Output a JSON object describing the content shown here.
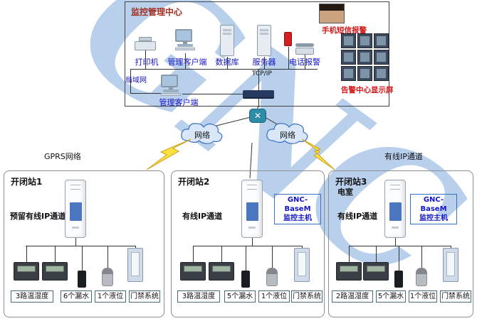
{
  "watermark": "GNC",
  "center": {
    "title": "监控管理中心",
    "printer_label": "打印机",
    "client1_label": "管理客户端",
    "database_label": "数据库",
    "server_label": "服务器",
    "phone_alarm_label": "电话报警",
    "tcpip_label": "TCP/IP",
    "lan_label": "局域网",
    "client2_label": "管理客户端",
    "sms_alarm_label": "手机短信报警",
    "display_wall_label": "告警中心显示屏"
  },
  "network": {
    "cloud_left_label": "网络",
    "cloud_right_label": "网络",
    "gprs_label": "GPRS网络",
    "wired_label": "有线IP通道"
  },
  "stations": [
    {
      "title": "开闭站1",
      "channel_label": "预留有线IP通道",
      "sensors": [
        "3路温湿度",
        "6个漏水",
        "1个液位",
        "门禁系统"
      ]
    },
    {
      "title": "开闭站2",
      "channel_label": "有线IP通道",
      "host_line1": "GNC-BaseM",
      "host_line2": "监控主机",
      "sensors": [
        "3路温湿度",
        "5个漏水",
        "1个液位",
        "门禁系统"
      ]
    },
    {
      "title": "开闭站3",
      "subtitle": "电室",
      "channel_label": "有线IP通道",
      "host_line1": "GNC-BaseM",
      "host_line2": "监控主机",
      "sensors": [
        "2路温湿度",
        "5个漏水",
        "1个液位",
        "门禁系统"
      ]
    }
  ]
}
